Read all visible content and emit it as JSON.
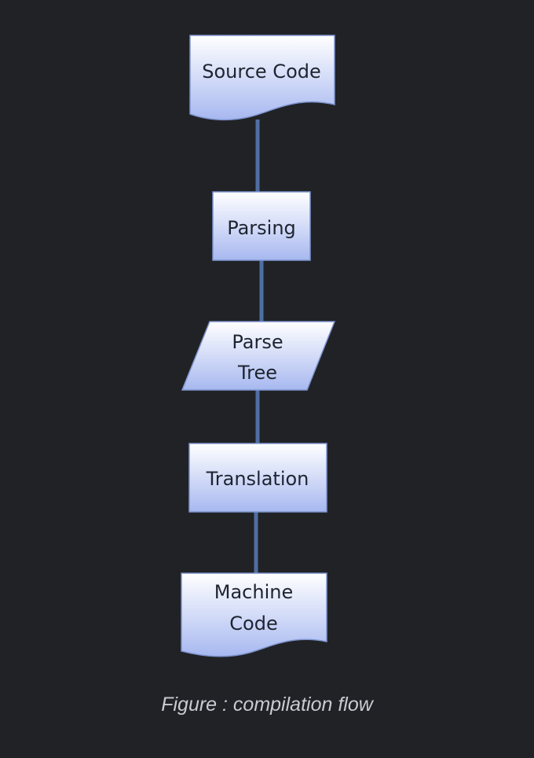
{
  "diagram": {
    "type": "flowchart",
    "direction": "top-to-bottom",
    "colors": {
      "background": "#212226",
      "node_fill_top": "#ffffff",
      "node_fill_bottom": "#a7b8f0",
      "node_border": "#7f95cf",
      "connector": "#4f6fa3",
      "text": "#1e2430",
      "caption": "#c9cbd2"
    },
    "nodes": [
      {
        "id": "source",
        "shape": "document",
        "lines": [
          "Source Code"
        ]
      },
      {
        "id": "parsing",
        "shape": "process",
        "lines": [
          "Parsing"
        ]
      },
      {
        "id": "tree",
        "shape": "data",
        "lines": [
          "Parse",
          "Tree"
        ]
      },
      {
        "id": "translation",
        "shape": "process",
        "lines": [
          "Translation"
        ]
      },
      {
        "id": "machine",
        "shape": "document",
        "lines": [
          "Machine",
          "Code"
        ]
      }
    ],
    "edges": [
      {
        "from": "source",
        "to": "parsing"
      },
      {
        "from": "parsing",
        "to": "tree"
      },
      {
        "from": "tree",
        "to": "translation"
      },
      {
        "from": "translation",
        "to": "machine"
      }
    ]
  },
  "caption": "Figure : compilation flow"
}
